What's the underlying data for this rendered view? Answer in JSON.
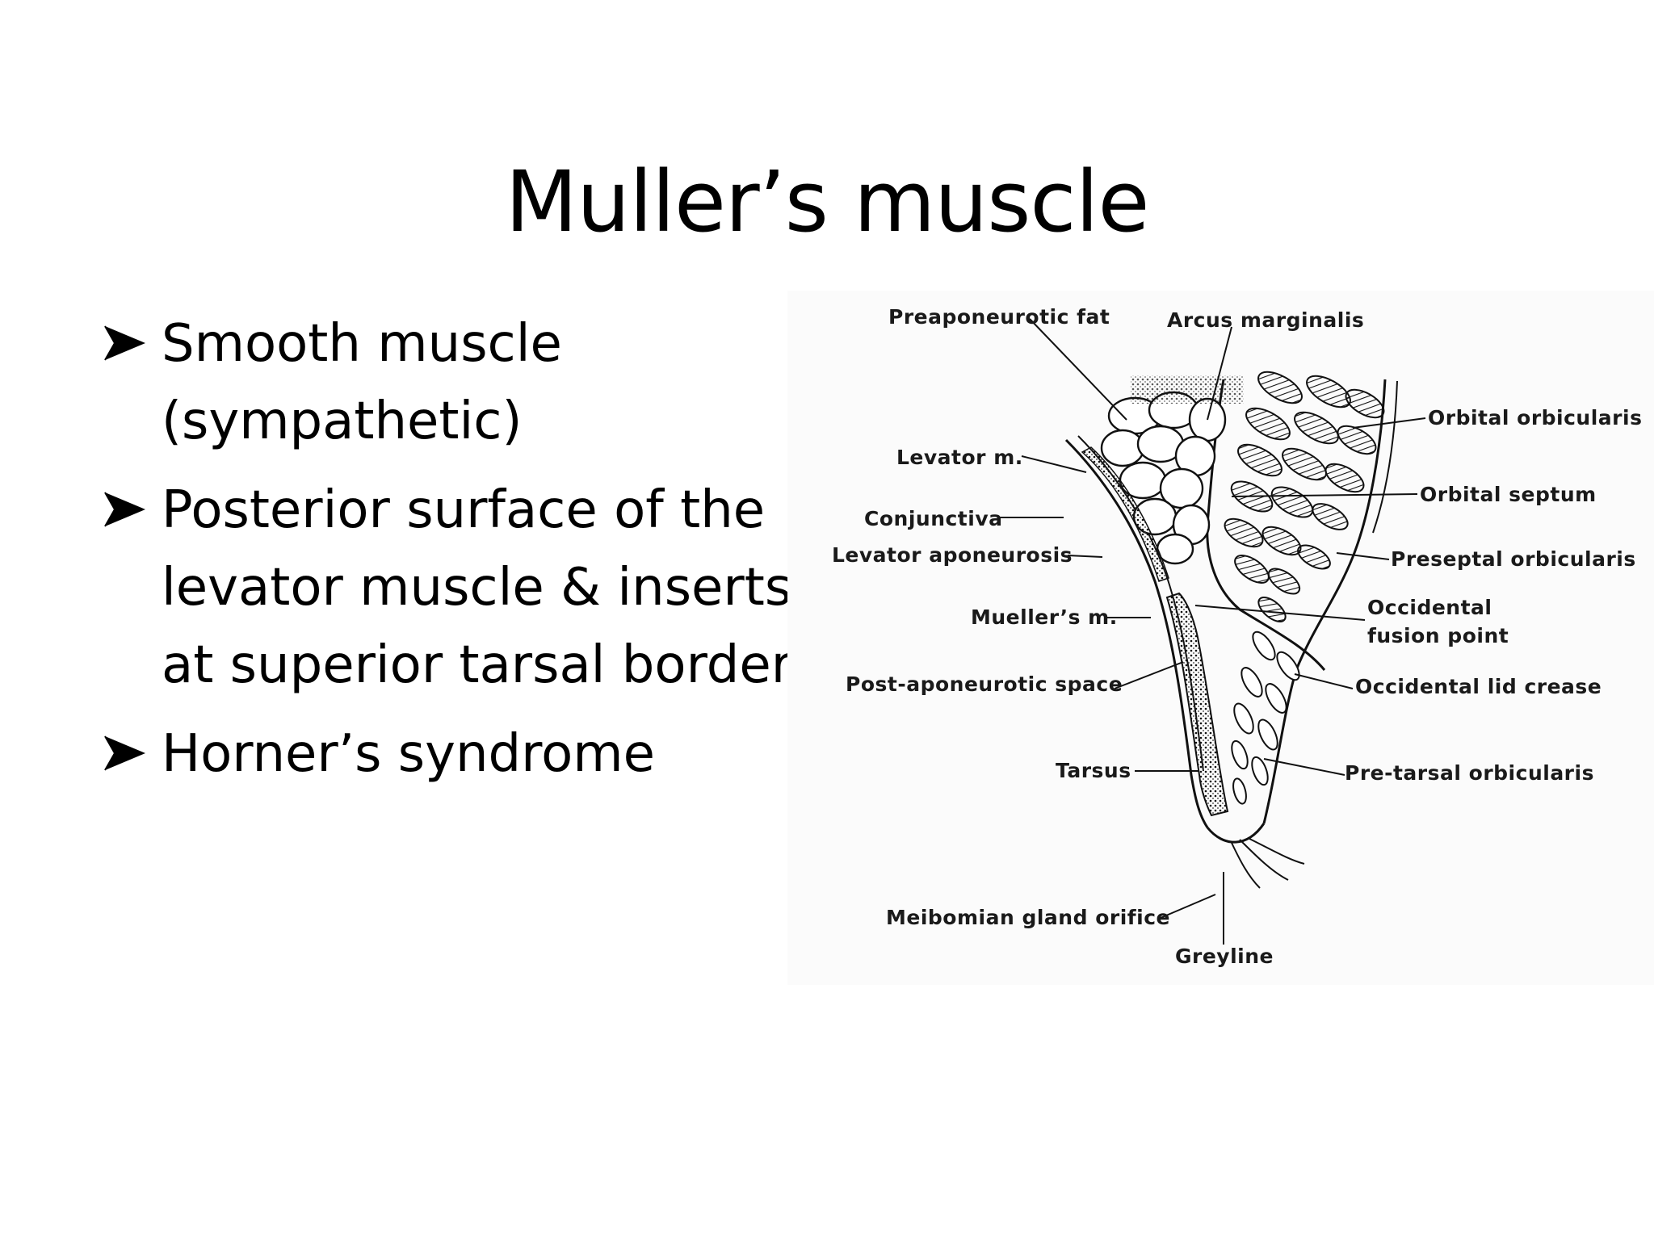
{
  "slide": {
    "title": "Muller’s muscle"
  },
  "bullets": [
    {
      "lines": [
        "Smooth muscle",
        "(sympathetic)"
      ]
    },
    {
      "lines": [
        "Posterior surface of the",
        "levator muscle & inserts",
        "at superior tarsal border"
      ]
    },
    {
      "lines": [
        "Horner’s syndrome"
      ]
    }
  ],
  "figure": {
    "icon": "eyelid-cross-section-illustration",
    "labels": {
      "preaponeurotic_fat": "Preaponeurotic fat",
      "arcus_marginalis": "Arcus marginalis",
      "orbital_orbicularis": "Orbital orbicularis",
      "levator_m": "Levator m.",
      "orbital_septum": "Orbital septum",
      "conjunctiva": "Conjunctiva",
      "levator_aponeurosis": "Levator aponeurosis",
      "preseptal_orbicularis": "Preseptal orbicularis",
      "muellers_m": "Mueller’s m.",
      "occidental_fusion_point_1": "Occidental",
      "occidental_fusion_point_2": "fusion point",
      "post_aponeurotic_space": "Post-aponeurotic space",
      "occidental_lid_crease": "Occidental lid crease",
      "tarsus": "Tarsus",
      "pre_tarsal_orbicularis": "Pre-tarsal orbicularis",
      "meibomian_gland_orifice": "Meibomian gland orifice",
      "greyline": "Greyline"
    }
  },
  "colors": {
    "text": "#000000",
    "background": "#ffffff"
  }
}
